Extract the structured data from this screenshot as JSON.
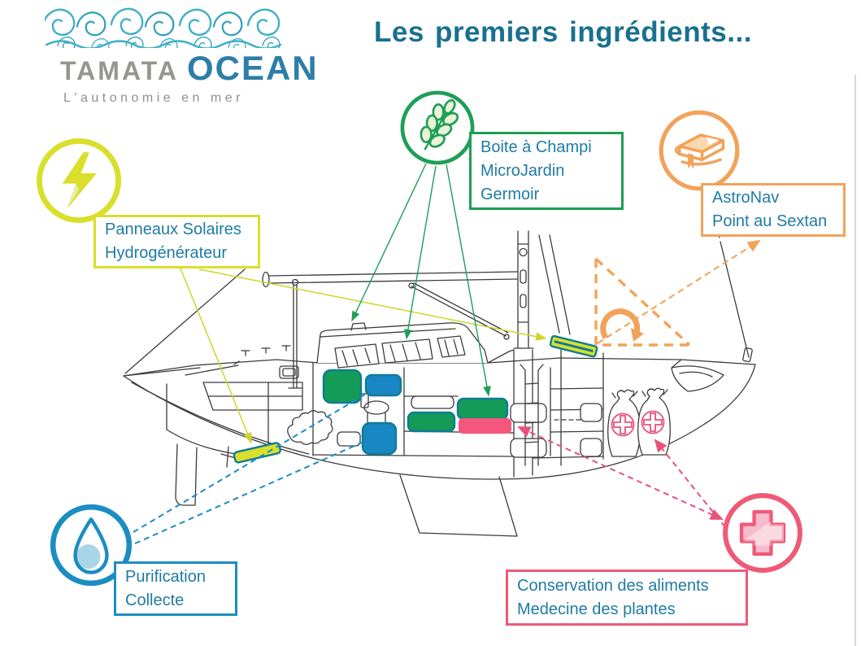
{
  "slide": {
    "title": "Les premiers ingrédients..."
  },
  "logo": {
    "brand_primary": "TAMATA",
    "brand_secondary": "OCEAN",
    "tagline": "L'autonomie en mer",
    "wave_color": "#3FAFC6",
    "brand_primary_color": "#93988D",
    "brand_secondary_color": "#2D7EA8"
  },
  "text_color": "#1F7BA4",
  "title_color": "#19708F",
  "callouts": {
    "energy": {
      "icon": "lightning-icon",
      "color": "#D9DF2B",
      "lines": [
        "Panneaux Solaires",
        "Hydrogénérateur"
      ]
    },
    "culture": {
      "icon": "wheat-icon",
      "color": "#1E9E56",
      "lines": [
        "Boite à Champi",
        "MicroJardin",
        "Germoir"
      ]
    },
    "navigation": {
      "icon": "book-icon",
      "color": "#F2A259",
      "lines": [
        "AstroNav",
        "Point au Sextan"
      ]
    },
    "water": {
      "icon": "drop-icon",
      "color": "#1C8DC2",
      "lines": [
        "Purification",
        "Collecte"
      ]
    },
    "health": {
      "icon": "cross-icon",
      "color": "#EF5A77",
      "lines": [
        "Conservation des aliments",
        "Medecine des plantes"
      ]
    }
  },
  "diagram": {
    "boat": "sailboat cutaway line drawing",
    "marker_colors": {
      "green": "#149B58",
      "blue": "#1987C4",
      "pink": "#F4577B",
      "chartreuse": "#D9DF2B",
      "marker_border": "#0E7C96"
    }
  }
}
